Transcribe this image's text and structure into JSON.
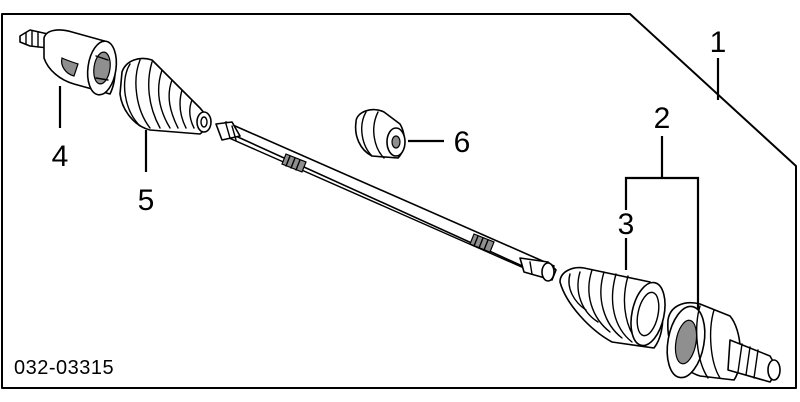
{
  "diagram_code": "032-03315",
  "callouts": {
    "c1": "1",
    "c2": "2",
    "c3": "3",
    "c4": "4",
    "c5": "5",
    "c6": "6"
  }
}
